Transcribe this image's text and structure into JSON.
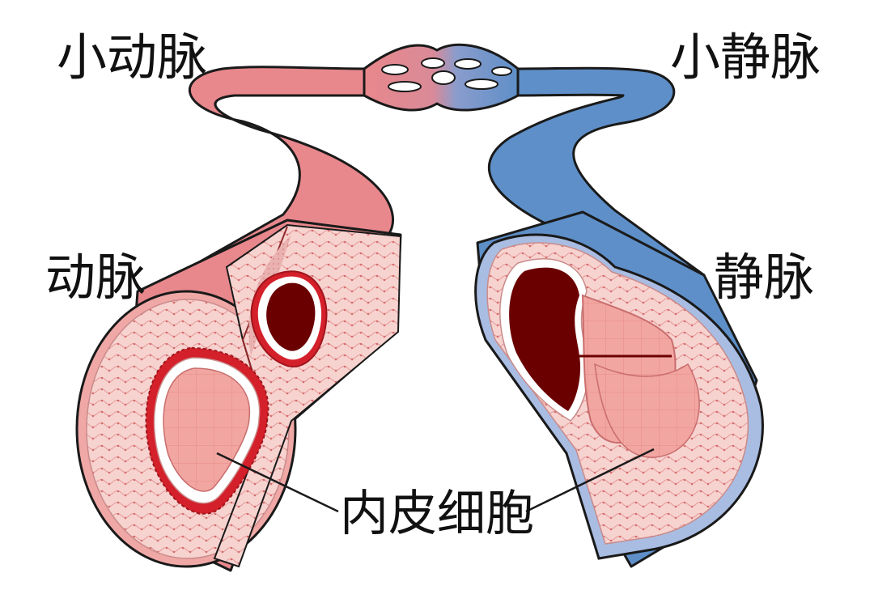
{
  "labels": {
    "arteriole": "小动脉",
    "venule": "小静脉",
    "artery": "动脉",
    "vein": "静脉",
    "endothelial_cells": "内皮细胞"
  },
  "colors": {
    "artery_pink": "#e8888c",
    "vein_blue": "#5e8fc8",
    "wall_light": "#f6c9c6",
    "lumen_dark": "#6b0000",
    "elastic_red": "#d4202a"
  }
}
